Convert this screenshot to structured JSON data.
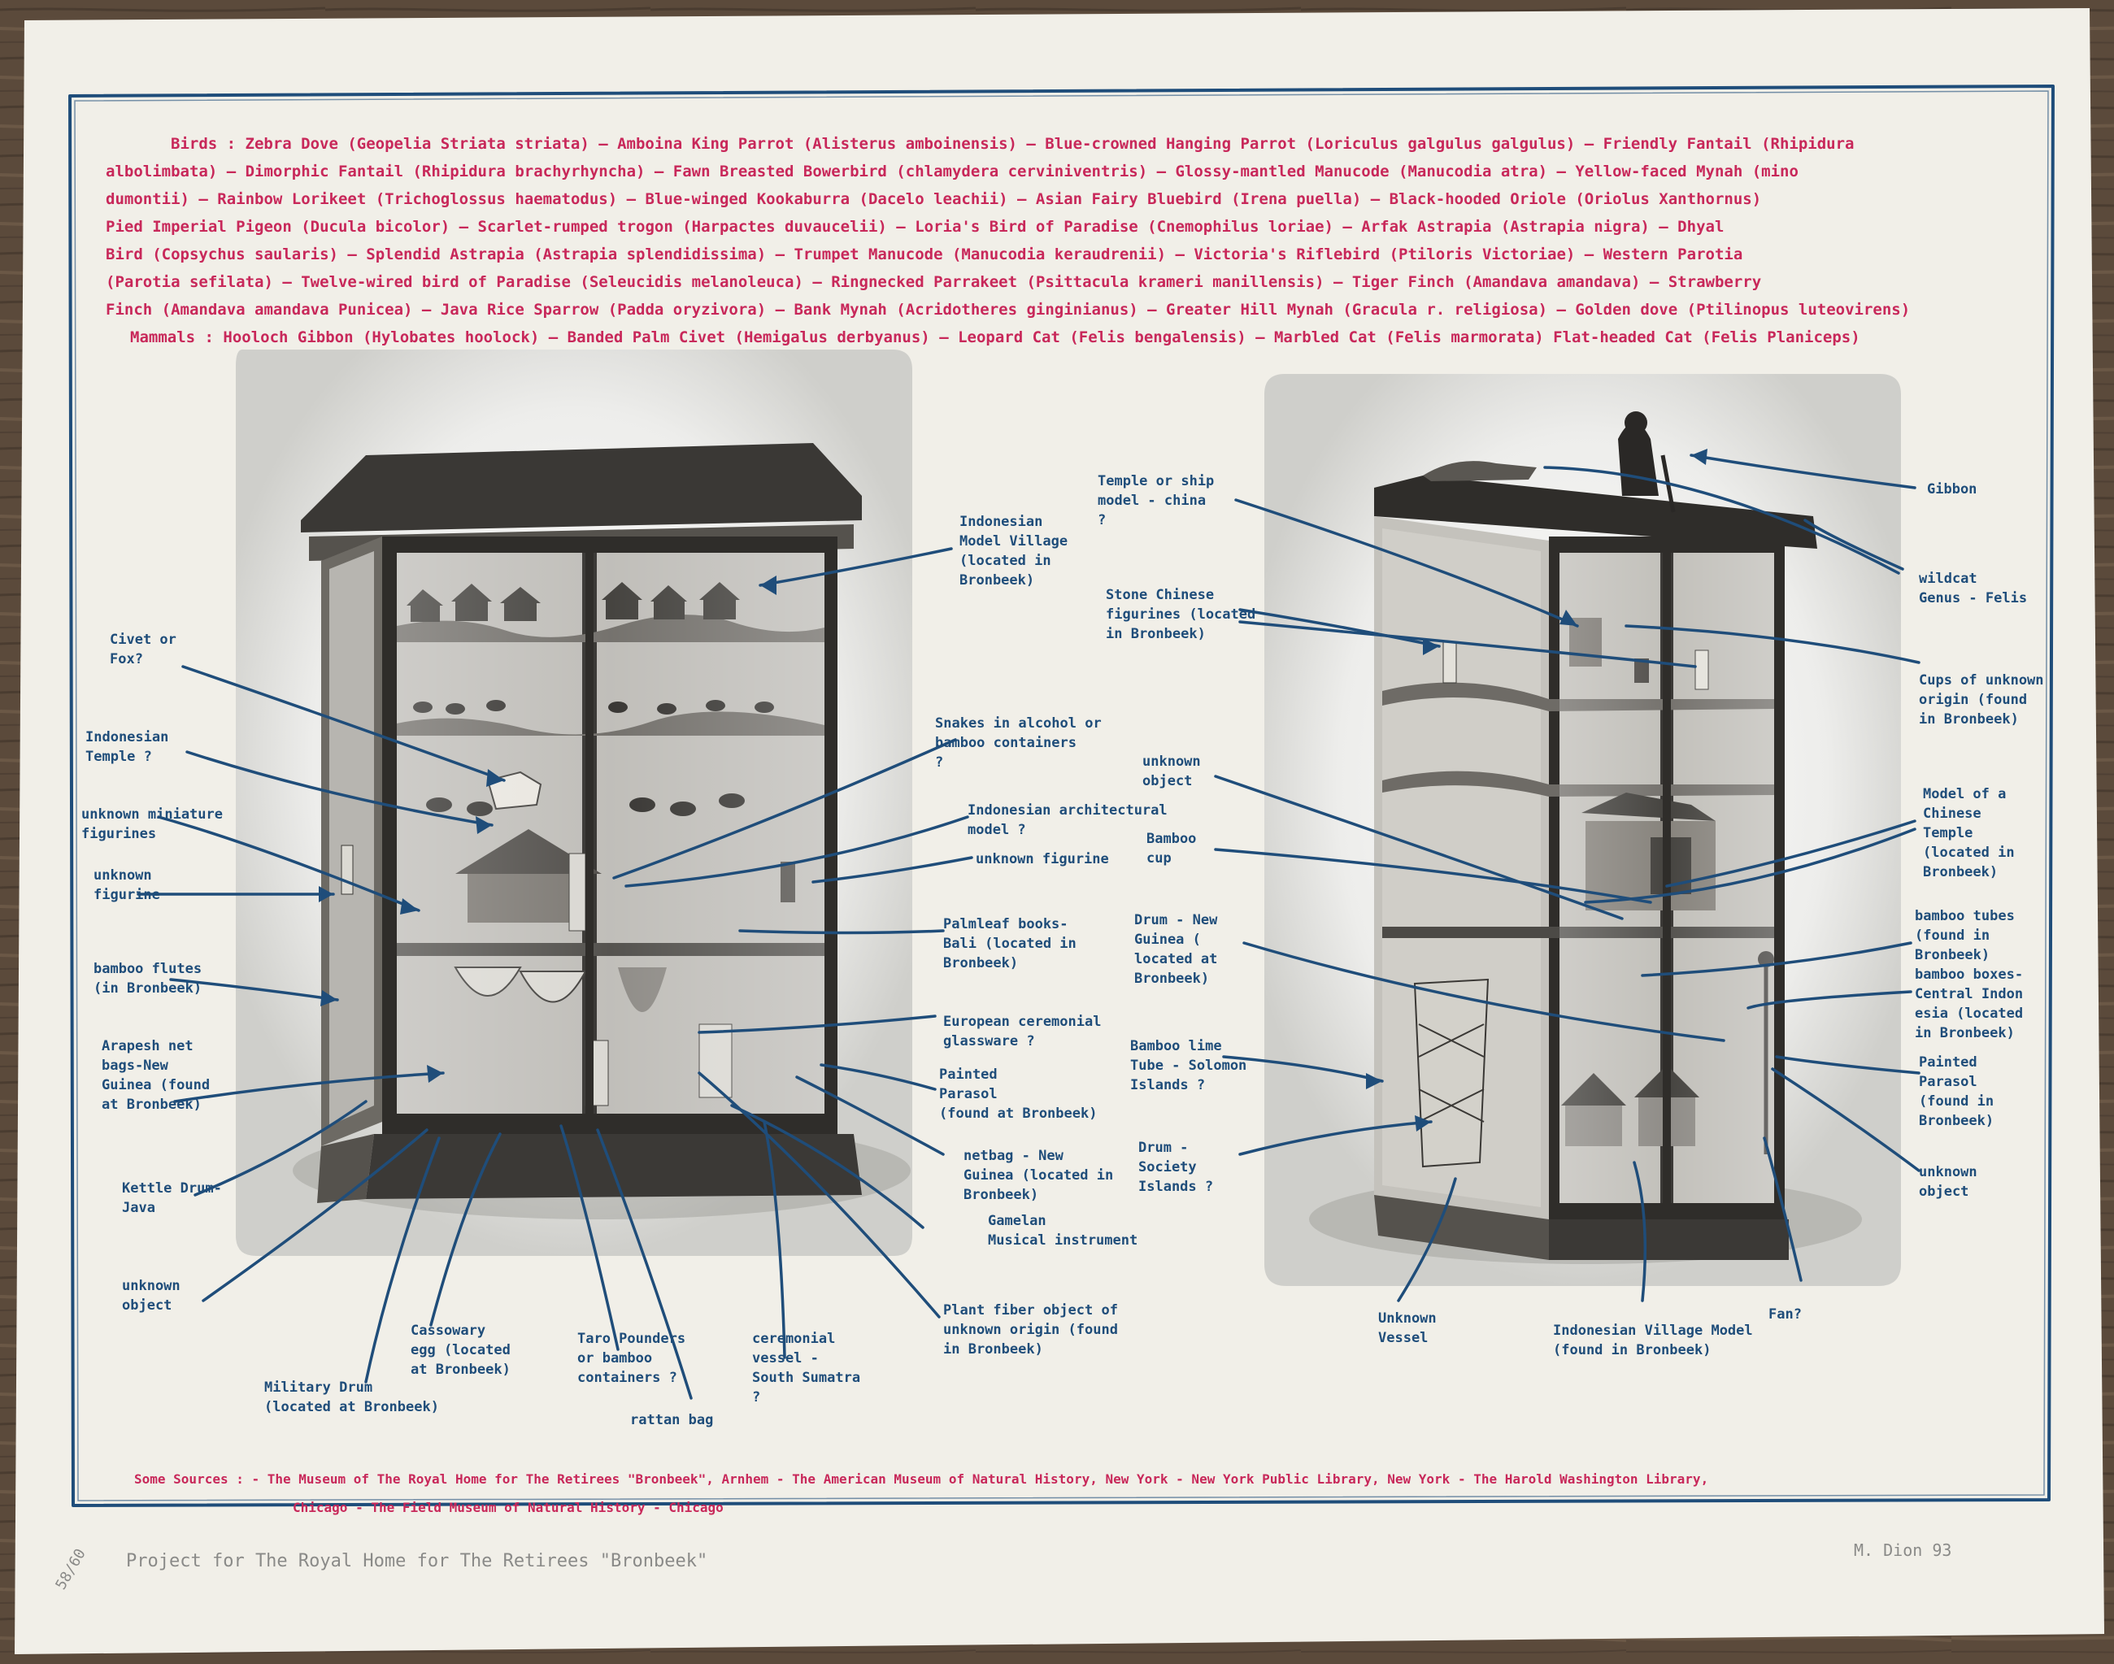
{
  "colors": {
    "wood": "#5b4a3b",
    "paper": "#f1efe8",
    "blue_crayon": "#1f4d7a",
    "red_crayon": "#c8285a",
    "pencil": "#8a8a88"
  },
  "header": {
    "lines": [
      "Birds :  Zebra Dove (Geopelia Striata striata) — Amboina King Parrot (Alisterus amboinensis) — Blue-crowned Hanging Parrot (Loriculus galgulus galgulus) — Friendly Fantail (Rhipidura",
      "albolimbata) — Dimorphic Fantail (Rhipidura brachyrhyncha) — Fawn Breasted Bowerbird (chlamydera cerviniventris) — Glossy-mantled Manucode (Manucodia atra) — Yellow-faced Mynah (mino",
      "dumontii) — Rainbow Lorikeet (Trichoglossus haematodus) — Blue-winged Kookaburra (Dacelo leachii) — Asian Fairy Bluebird (Irena puella) — Black-hooded Oriole (Oriolus Xanthornus)",
      "Pied Imperial Pigeon (Ducula bicolor) — Scarlet-rumped trogon (Harpactes duvaucelii) — Loria's Bird of Paradise (Cnemophilus loriae) — Arfak Astrapia (Astrapia nigra) — Dhyal",
      "Bird (Copsychus saularis) — Splendid Astrapia (Astrapia splendidissima) — Trumpet Manucode (Manucodia keraudrenii) — Victoria's Riflebird (Ptiloris Victoriae) — Western Parotia",
      "(Parotia sefilata) — Twelve-wired bird of Paradise (Seleucidis melanoleuca) — Ringnecked Parrakeet (Psittacula krameri manillensis) — Tiger Finch (Amandava amandava) — Strawberry",
      "Finch (Amandava amandava Punicea) — Java Rice Sparrow (Padda oryzivora) — Bank Mynah (Acridotheres ginginianus) — Greater Hill Mynah (Gracula r. religiosa) — Golden dove (Ptilinopus luteovirens)",
      "Mammals : Hooloch Gibbon (Hylobates hoolock) — Banded Palm Civet (Hemigalus derbyanus) — Leopard Cat (Felis bengalensis) — Marbled Cat (Felis marmorata) Flat-headed Cat (Felis Planiceps)"
    ]
  },
  "left_labels": {
    "indonesian_model_village": "Indonesian\nModel Village\n(located in\nBronbeek)",
    "civet_or_fox": "Civet or\nFox?",
    "indonesian_temple": "Indonesian\nTemple ?",
    "snakes_in_alcohol": "Snakes in alcohol or\nbamboo containers\n?",
    "unknown_miniature_figurines": "unknown miniature\nfigurines",
    "indonesian_architectural_model": "Indonesian architectural\nmodel ?",
    "unknown_figurine_right": "unknown figurine",
    "unknown_figurine_left": "unknown\nfigurine",
    "palmleaf_books": "Palmleaf books-\nBali (located in\nBronbeek)",
    "bamboo_flutes": "bamboo flutes\n(in Bronbeek)",
    "european_glassware": "European ceremonial\nglassware ?",
    "arapesh_net_bags": "Arapesh net\nbags-New\nGuinea (found\nat Bronbeek)",
    "painted_parasol": "Painted\nParasol\n(found at Bronbeek)",
    "netbag_new_guinea": "netbag - New\nGuinea (located in\nBronbeek)",
    "kettle_drum": "Kettle Drum-\nJava",
    "gamelan": "Gamelan\nMusical instrument",
    "unknown_object": "unknown\nobject",
    "cassowary_egg": "Cassowary\negg (located\nat Bronbeek)",
    "taro_pounders": "Taro Pounders\nor bamboo\ncontainers ?",
    "ceremonial_vessel": "ceremonial\nvessel -\nSouth Sumatra\n?",
    "plant_fiber_object": "Plant fiber object of\nunknown origin (found\nin Bronbeek)",
    "military_drum": "Military Drum\n(located at Bronbeek)",
    "rattan_bag": "rattan bag"
  },
  "right_labels": {
    "temple_or_ship_model": "Temple or ship\nmodel - china\n?",
    "gibbon": "Gibbon",
    "wildcat": "wildcat\nGenus - Felis",
    "stone_chinese_figurines": "Stone Chinese\nfigurines (located\nin Bronbeek)",
    "cups_unknown_origin": "Cups of unknown\norigin (found\nin Bronbeek)",
    "unknown_object_top": "unknown\nobject",
    "model_chinese_temple": "Model of a\nChinese\nTemple\n(located in\nBronbeek)",
    "bamboo_cup": "Bamboo\ncup",
    "drum_new_guinea": "Drum - New\nGuinea (\nlocated at\nBronbeek)",
    "bamboo_tubes": "bamboo tubes\n(found in\nBronbeek)\nbamboo boxes-\nCentral Indon\nesia (located\nin Bronbeek)",
    "bamboo_lime_tube": "Bamboo lime\nTube - Solomon\nIslands ?",
    "painted_parasol": "Painted\nParasol\n(found in\nBronbeek)",
    "drum_society_islands": "Drum -\nSociety\nIslands ?",
    "unknown_object_bottom": "unknown\nobject",
    "unknown_vessel": "Unknown\nVessel",
    "indonesian_village_model": "Indonesian Village Model\n(found in Bronbeek)",
    "fan": "Fan?"
  },
  "sources": {
    "line1": "Some Sources : - The Museum of The Royal Home for The Retirees \"Bronbeek\", Arnhem - The American Museum of Natural History, New York - New York Public Library, New York - The Harold Washington Library,",
    "line2": "Chicago - The Field Museum of Natural History - Chicago"
  },
  "pencil": {
    "title": "Project for The Royal Home for The Retirees \"Bronbeek\"",
    "edition": "58/60",
    "signature": "M. Dion 93"
  }
}
